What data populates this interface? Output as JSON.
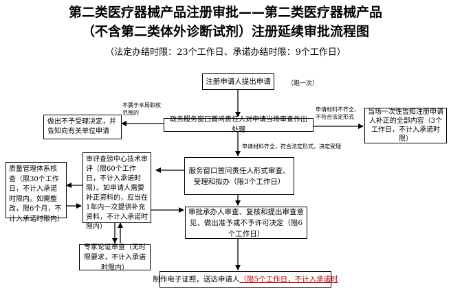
{
  "title": {
    "line1": "第二类医疗器械产品注册审批——第二类医疗器械产品",
    "line2": "（不含第二类体外诊断试剂）注册延续审批流程图",
    "subtitle": "（法定办结时限：23个工作日、承诺办结时限：9个工作日）"
  },
  "nodes": {
    "apply": "注册申请人提出申请",
    "window_check": "政务服务窗口首问责任人对申请当场审查作出处理",
    "not_accept": "做出不予受理决定，并告知向有关单位申请",
    "notify_once": "当场一次性告知注册申请人补正的全部内容（3个工作日，不计入承诺时限）",
    "formal_review": "服务窗口首问责任人形式审查、受理和拟办（限3个工作日）",
    "tech_review": "审评查验中心技术审评（限60个工作日，不计入承诺时限）。如申请人需要补正资料的，应当在1年内一次提供补充资料，不计入承诺时限内）",
    "quality_check": "质量管理体系核查（限30个工作日，不计入承诺时限内。如需整改，限6个月，不计入承诺时限内）",
    "approval": "审批承办人审查、复核和提出审查意见，做出准予或不予许可决定（限6个工作日）",
    "expert": "专家论证审查（无时限要求，不计入承诺时限内）",
    "certificate": {
      "text": "制作电子证照，送达申请人",
      "limit": "（限5个工作日，不计入承诺时"
    }
  },
  "labels": {
    "one_time": "（跑一次）",
    "out_of_scope": "不属于本局职权范围的",
    "incomplete": "申请材料不齐全、不符合法定形式",
    "complete": "申请材料齐全，符合法定形式，决定受理"
  }
}
